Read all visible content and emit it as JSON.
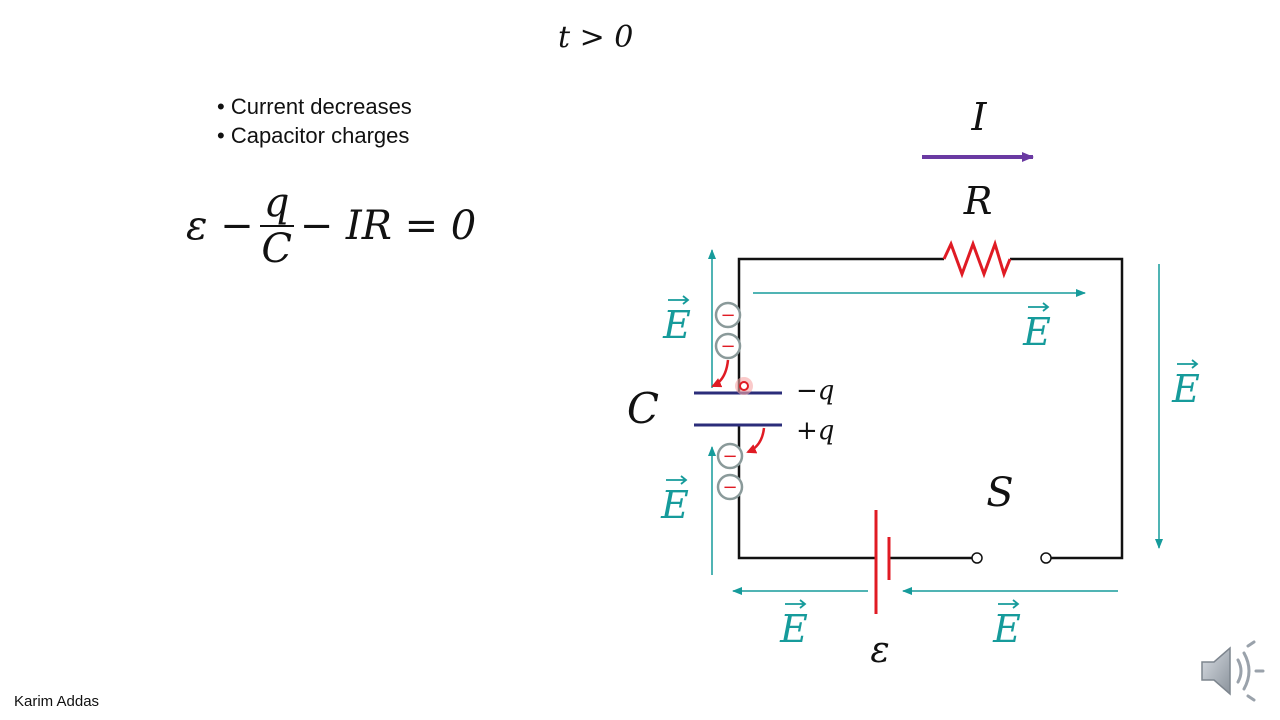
{
  "slide": {
    "title": "t > 0",
    "bullets": [
      "Current decreases",
      "Capacitor charges"
    ],
    "equation": {
      "lhs": "ε −",
      "numerator": "q",
      "denominator": "C",
      "rhs": "− IR = 0"
    },
    "author": "Karim Addas"
  },
  "circuit": {
    "labels": {
      "current": "I",
      "resistor": "R",
      "capacitor": "C",
      "switch": "S",
      "emf": "ε",
      "charge_top": "−q",
      "charge_bottom": "+q",
      "field": "E"
    },
    "charge_symbol": "−",
    "colors": {
      "wire": "#111111",
      "resistor": "#e01b24",
      "current_arrow": "#6a3aa2",
      "field": "#169b9b",
      "capacitor_plate": "#2b2d7a",
      "battery": "#e01b24",
      "charge_ring": "#8a9a9a",
      "charge_minus": "#e01b24"
    }
  },
  "icons": {
    "speaker": "speaker-icon"
  }
}
